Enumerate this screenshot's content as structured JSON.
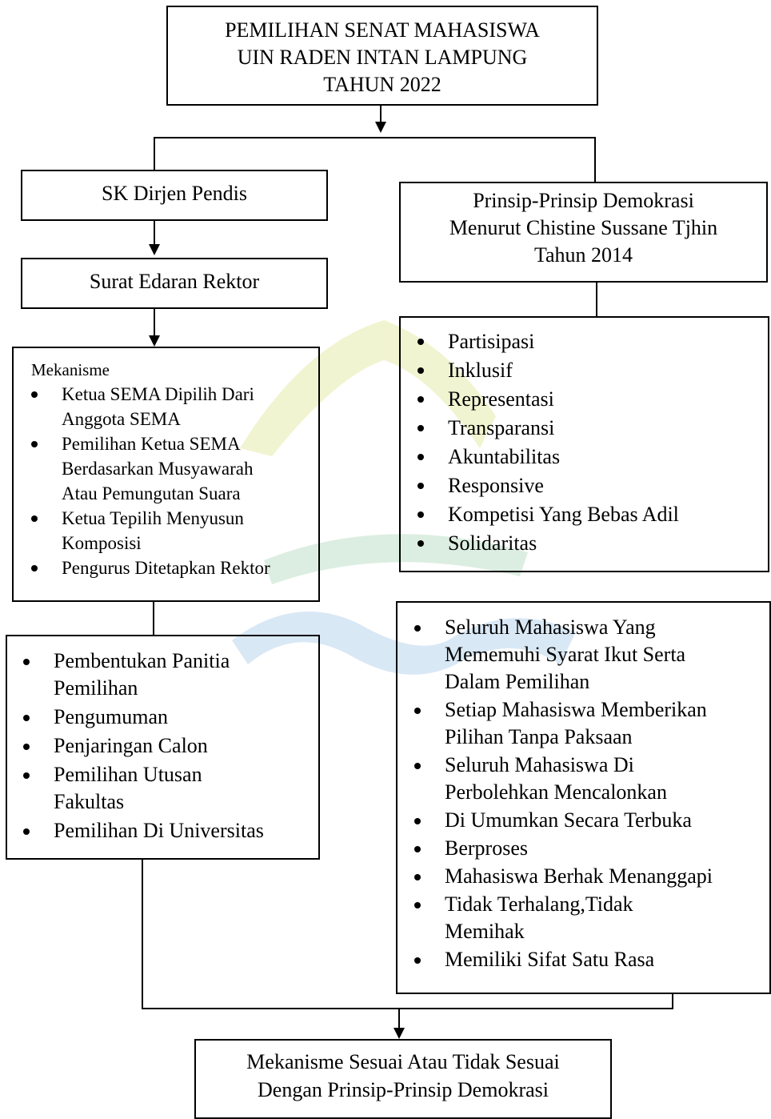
{
  "title_box": {
    "lines": [
      "PEMILIHAN SENAT MAHASISWA",
      "UIN RADEN INTAN LAMPUNG",
      "TAHUN 2022"
    ]
  },
  "sk_box": {
    "label": "SK Dirjen Pendis"
  },
  "surat_box": {
    "label": "Surat Edaran Rektor"
  },
  "mekanisme_box": {
    "heading": "Mekanisme",
    "items": [
      [
        "Ketua SEMA Dipilih Dari",
        "Anggota SEMA"
      ],
      [
        "Pemilihan Ketua SEMA",
        "Berdasarkan Musyawarah",
        "Atau Pemungutan Suara"
      ],
      [
        "Ketua Tepilih Menyusun",
        "Komposisi"
      ],
      [
        "Pengurus Ditetapkan Rektor"
      ]
    ]
  },
  "tahapan_box": {
    "items": [
      [
        "Pembentukan Panitia",
        "Pemilihan"
      ],
      [
        "Pengumuman"
      ],
      [
        "Penjaringan Calon"
      ],
      [
        "Pemilihan Utusan",
        "Fakultas"
      ],
      [
        "Pemilihan Di Universitas"
      ]
    ]
  },
  "prinsip_box": {
    "lines": [
      "Prinsip-Prinsip Demokrasi",
      "Menurut Chistine Sussane Tjhin",
      "Tahun 2014"
    ]
  },
  "prinsip_list_box": {
    "items": [
      "Partisipasi",
      "Inklusif",
      "Representasi",
      "Transparansi",
      "Akuntabilitas",
      "Responsive",
      "Kompetisi Yang Bebas Adil",
      "Solidaritas"
    ]
  },
  "indikator_box": {
    "items": [
      [
        "Seluruh Mahasiswa Yang",
        "Mememuhi Syarat Ikut Serta",
        "Dalam Pemilihan"
      ],
      [
        "Setiap Mahasiswa Memberikan",
        "Pilihan Tanpa Paksaan"
      ],
      [
        "Seluruh Mahasiswa Di",
        "Perbolehkan Mencalonkan"
      ],
      [
        "Di Umumkan Secara Terbuka"
      ],
      [
        "Berproses"
      ],
      [
        "Mahasiswa Berhak Menanggapi"
      ],
      [
        "Tidak Terhalang,Tidak",
        "Memihak"
      ],
      [
        "Memiliki Sifat Satu Rasa"
      ]
    ]
  },
  "result_box": {
    "lines": [
      "Mekanisme Sesuai Atau Tidak Sesuai",
      "Dengan Prinsip-Prinsip Demokrasi"
    ]
  },
  "colors": {
    "watermark_yellow": "#e9edb8",
    "watermark_green": "#c6e3cf",
    "watermark_blue": "#bcd8ef"
  }
}
